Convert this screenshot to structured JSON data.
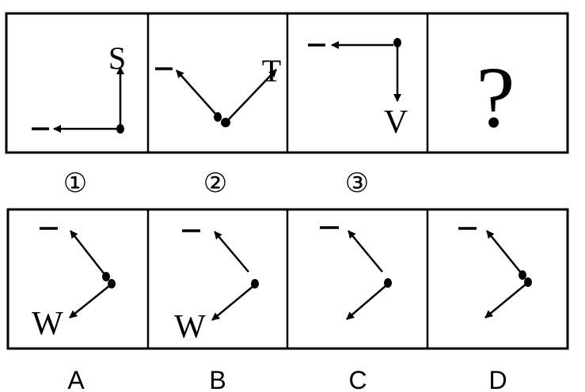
{
  "question_row": {
    "cells": [
      {
        "letter": "S"
      },
      {
        "letter": "T"
      },
      {
        "letter": "V"
      },
      {
        "letter": "?"
      }
    ],
    "labels": [
      "①",
      "②",
      "③"
    ]
  },
  "options_row": {
    "cells": [
      {
        "letter": "W"
      },
      {
        "letter": "W"
      },
      {
        "letter": ""
      },
      {
        "letter": ""
      }
    ],
    "labels": [
      "A",
      "B",
      "C",
      "D"
    ]
  }
}
